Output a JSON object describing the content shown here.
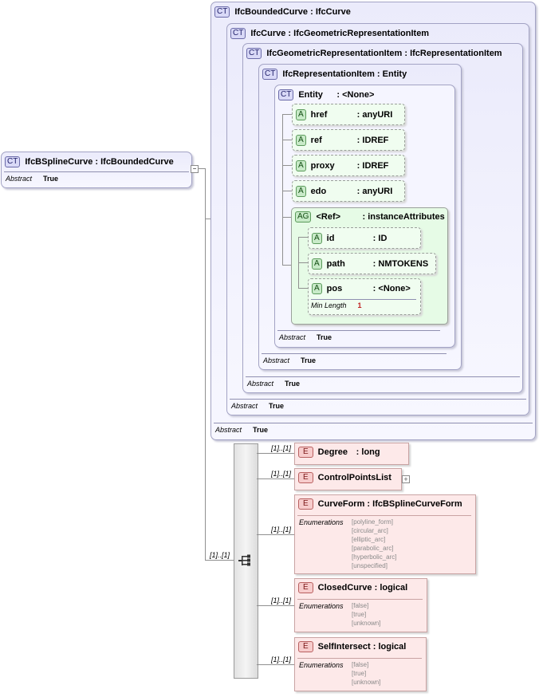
{
  "root": {
    "badge": "CT",
    "name": "IfcBSplineCurve",
    "base": "IfcBoundedCurve",
    "abstract_label": "Abstract",
    "abstract_value": "True"
  },
  "nested_types": [
    {
      "name": "IfcBoundedCurve",
      "base": "IfcCurve",
      "abstract_label": "Abstract",
      "abstract_value": "True"
    },
    {
      "name": "IfcCurve",
      "base": "IfcGeometricRepresentationItem",
      "abstract_label": "Abstract",
      "abstract_value": "True"
    },
    {
      "name": "IfcGeometricRepresentationItem",
      "base": "IfcRepresentationItem",
      "abstract_label": "Abstract",
      "abstract_value": "True"
    },
    {
      "name": "IfcRepresentationItem",
      "base": "Entity",
      "abstract_label": "Abstract",
      "abstract_value": "True"
    },
    {
      "name": "Entity",
      "base": "<None>",
      "abstract_label": "Abstract",
      "abstract_value": "True"
    }
  ],
  "ct_badge": "CT",
  "attr_badge": "A",
  "ag_badge": "AG",
  "el_badge": "E",
  "entity_attributes": [
    {
      "name": "href",
      "type": "anyURI"
    },
    {
      "name": "ref",
      "type": "IDREF"
    },
    {
      "name": "proxy",
      "type": "IDREF"
    },
    {
      "name": "edo",
      "type": "anyURI"
    }
  ],
  "attribute_group": {
    "name": "<Ref>",
    "type": "instanceAttributes",
    "attributes": [
      {
        "name": "id",
        "type": "ID"
      },
      {
        "name": "path",
        "type": "NMTOKENS"
      },
      {
        "name": "pos",
        "type": "<None>"
      }
    ],
    "pos_facet_label": "Min Length",
    "pos_facet_value": "1"
  },
  "sequence_cardinality": "[1]..[1]",
  "elements": [
    {
      "name": "Degree",
      "type": "long",
      "cardinality": "[1]..[1]",
      "enum_label": "",
      "enums": []
    },
    {
      "name": "ControlPointsList",
      "type": "",
      "cardinality": "[1]..[1]",
      "enum_label": "",
      "enums": []
    },
    {
      "name": "CurveForm",
      "type": "IfcBSplineCurveForm",
      "cardinality": "[1]..[1]",
      "enum_label": "Enumerations",
      "enums": [
        "[polyline_form]",
        "[circular_arc]",
        "[elliptic_arc]",
        "[parabolic_arc]",
        "[hyperbolic_arc]",
        "[unspecified]"
      ]
    },
    {
      "name": "ClosedCurve",
      "type": "logical",
      "cardinality": "[1]..[1]",
      "enum_label": "Enumerations",
      "enums": [
        "[false]",
        "[true]",
        "[unknown]"
      ]
    },
    {
      "name": "SelfIntersect",
      "type": "logical",
      "cardinality": "[1]..[1]",
      "enum_label": "Enumerations",
      "enums": [
        "[false]",
        "[true]",
        "[unknown]"
      ]
    }
  ],
  "colors": {
    "complex_type": "#ebebfb",
    "attribute": "#f0fdf0",
    "element": "#fde9e9"
  }
}
